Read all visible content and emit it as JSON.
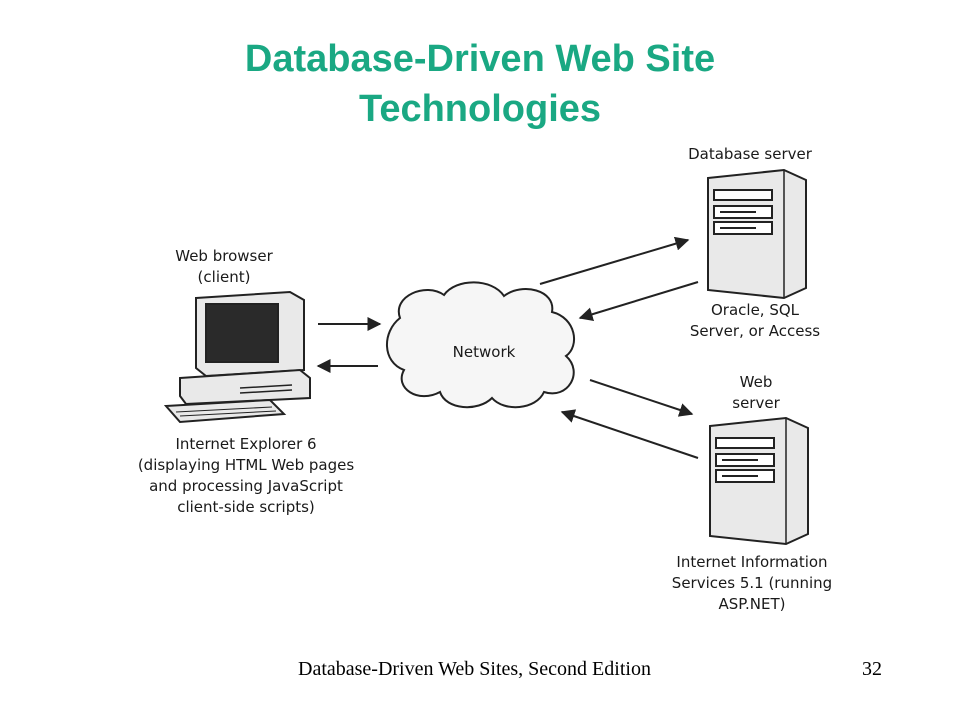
{
  "slide": {
    "title_lines": [
      "Database-Driven Web Site",
      "Technologies"
    ],
    "footer_text": "Database-Driven Web Sites, Second Edition",
    "page_number": "32"
  },
  "diagram": {
    "client_label": [
      "Web browser",
      "(client)"
    ],
    "client_caption": [
      "Internet Explorer 6",
      "(displaying HTML Web pages",
      "and processing JavaScript",
      "client-side scripts)"
    ],
    "network_label": "Network",
    "db_server_label": "Database server",
    "db_server_caption": [
      "Oracle, SQL",
      "Server, or Access"
    ],
    "web_server_label": [
      "Web",
      "server"
    ],
    "web_server_caption": [
      "Internet Information",
      "Services 5.1 (running",
      "ASP.NET)"
    ]
  },
  "colors": {
    "title": "#1aa883",
    "line": "#222222",
    "cloud_fill": "#f6f6f6",
    "device_fill": "#e9e9e9"
  }
}
